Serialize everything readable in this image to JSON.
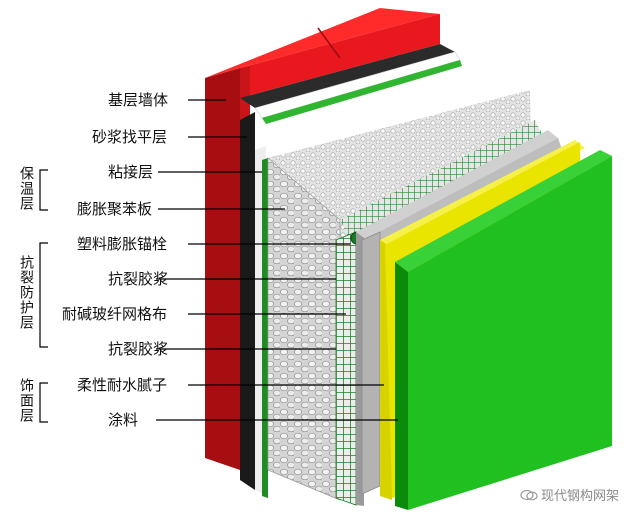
{
  "layer_labels": [
    "基层墙体",
    "砂浆找平层",
    "粘接层",
    "膨胀聚苯板",
    "塑料膨胀锚栓",
    "抗裂胶浆",
    "耐碱玻纤网格布",
    "抗裂胶浆",
    "柔性耐水腻子",
    "涂料"
  ],
  "group_labels": {
    "insulation": "保温层",
    "crack_protection": "抗裂防护层",
    "finish": "饰面层"
  },
  "watermark": "现代钢构网架",
  "colors": {
    "wall_red": "#e8181e",
    "wall_dark": "#a70e12",
    "board_grey": "#b9b9b9",
    "mesh_green": "#1f7d2c",
    "finish_green": "#1fc01f",
    "primer_yellow": "#e9e400"
  }
}
